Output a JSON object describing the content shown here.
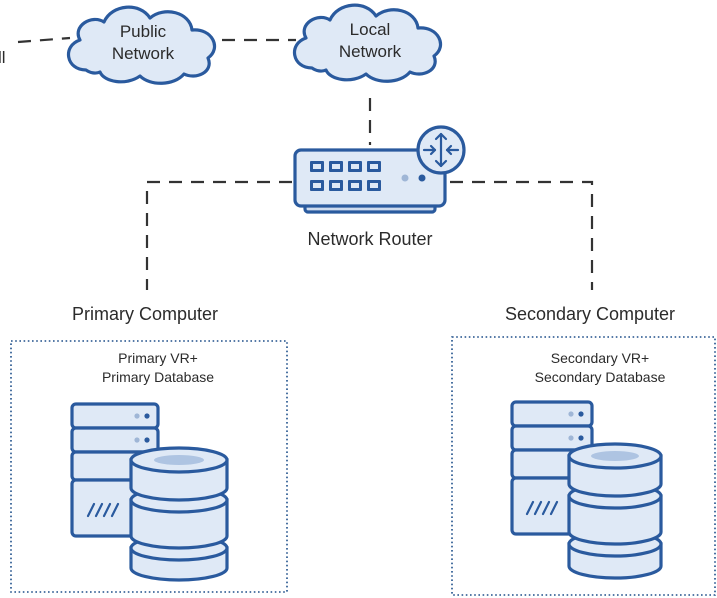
{
  "clipped_edge_text": "ll",
  "clouds": [
    {
      "line1": "Public",
      "line2": "Network"
    },
    {
      "line1": "Local",
      "line2": "Network"
    }
  ],
  "router": {
    "label": "Network Router"
  },
  "computers": [
    {
      "label": "Primary Computer",
      "line1": "Primary VR+",
      "line2": "Primary Database"
    },
    {
      "label": "Secondary Computer",
      "line1": "Secondary VR+",
      "line2": "Secondary Database"
    }
  ],
  "colors": {
    "outline": "#2a5a9e",
    "fill_light": "#dfe9f6",
    "fill_mid": "#cfdcee",
    "dash": "#333333",
    "dotted_border": "#1e4f8a"
  }
}
